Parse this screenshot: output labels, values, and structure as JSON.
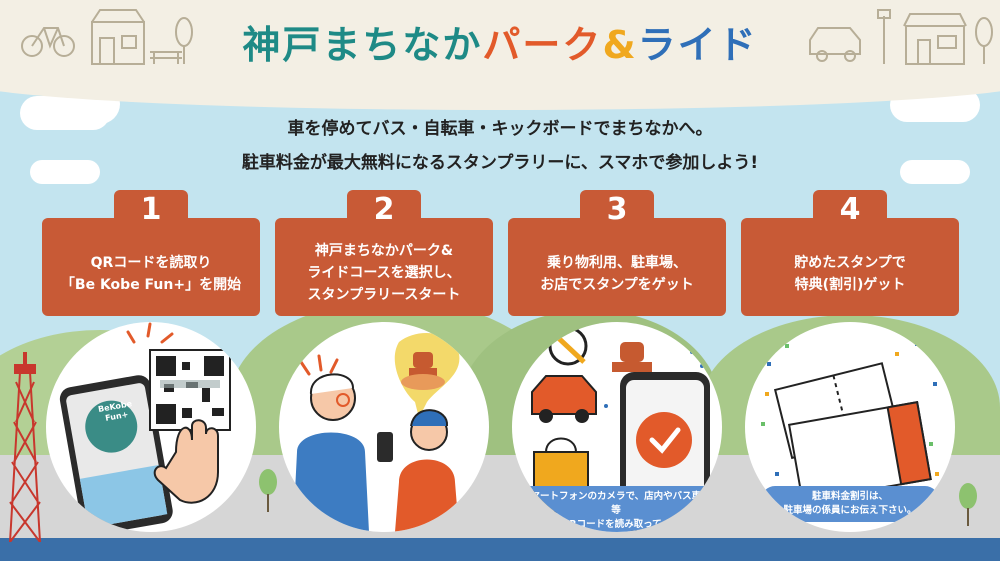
{
  "header": {
    "title_part1": "神戸まちなか",
    "title_part2": "パーク",
    "title_amp": "&",
    "title_part3": "ライド"
  },
  "intro": {
    "line1": "車を停めてバス・自転車・キックボードでまちなかへ。",
    "line2": "駐車料金が最大無料になるスタンプラリーに、スマホで参加しよう!"
  },
  "steps": [
    {
      "number": "1",
      "line1": "QRコードを読取り",
      "line2": "「Be Kobe Fun+」を開始",
      "line3": ""
    },
    {
      "number": "2",
      "line1": "神戸まちなかパーク&",
      "line2": "ライドコースを選択し、",
      "line3": "スタンプラリースタート"
    },
    {
      "number": "3",
      "line1": "乗り物利用、駐車場、",
      "line2": "お店でスタンプをゲット",
      "line3": ""
    },
    {
      "number": "4",
      "line1": "貯めたスタンプで",
      "line2": "特典(割引)ゲット",
      "line3": ""
    }
  ],
  "phone_app": {
    "line1": "BeKobe",
    "line2": "Fun+"
  },
  "notes": {
    "step3_line1": "スマートフォンのカメラで、店内やバス車内等",
    "step3_line2": "に掲示のQRコードを読み取ってください。",
    "step4_line1": "駐車料金割引は、",
    "step4_line2": "駐車場の係員にお伝え下さい。"
  },
  "colors": {
    "step_bg": "#c85a36",
    "title_teal": "#1e8a86",
    "title_orange": "#e25a2a",
    "title_yellow": "#f0a81e",
    "title_blue": "#2f6fb8",
    "note_bg": "#5a8fd1"
  }
}
